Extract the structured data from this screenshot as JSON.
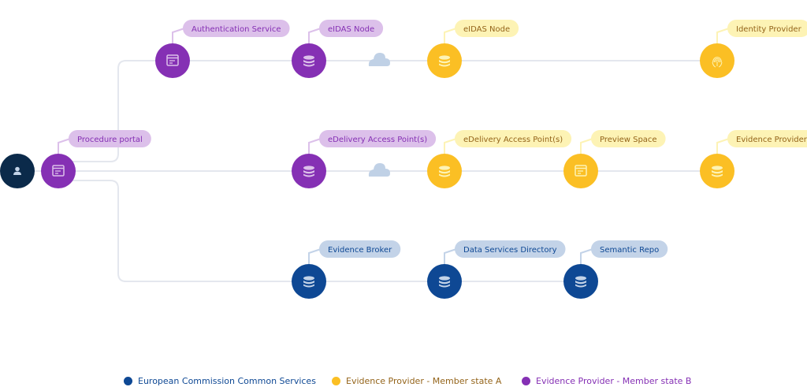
{
  "colors": {
    "line": "#e4e7ee",
    "user": "#0b2a4a",
    "purple": "#8530b4",
    "purple_pill": "#dcc0ea",
    "purple_text": "#8530b4",
    "yellow": "#fbbf24",
    "yellow_pill": "#fdf3b5",
    "yellow_text": "#94641a",
    "blue": "#0e4894",
    "blue_pill": "#c3d3e8",
    "blue_text": "#0e4894",
    "cloud": "#c0d1e6",
    "icon_on_purple": "#dcc0ea",
    "icon_on_yellow": "#fdf3b5",
    "icon_on_blue": "#c3d3e8",
    "icon_on_user": "#c3d3e8"
  },
  "nodes": [
    {
      "id": "user",
      "label": "",
      "group": "user",
      "icon": "user-icon"
    },
    {
      "id": "procedure-portal",
      "label": "Procedure portal",
      "group": "purple",
      "icon": "window-icon"
    },
    {
      "id": "authentication-service",
      "label": "Authentication Service",
      "group": "purple",
      "icon": "window-icon"
    },
    {
      "id": "eidas-node-b",
      "label": "eIDAS Node",
      "group": "purple",
      "icon": "database-icon"
    },
    {
      "id": "eidas-node-a",
      "label": "eIDAS Node",
      "group": "yellow",
      "icon": "database-icon"
    },
    {
      "id": "identity-provider",
      "label": "Identity Provider",
      "group": "yellow",
      "icon": "fingerprint-icon"
    },
    {
      "id": "edelivery-b",
      "label": "eDelivery Access Point(s)",
      "group": "purple",
      "icon": "database-icon"
    },
    {
      "id": "edelivery-a",
      "label": "eDelivery Access Point(s)",
      "group": "yellow",
      "icon": "database-icon"
    },
    {
      "id": "preview-space",
      "label": "Preview Space",
      "group": "yellow",
      "icon": "window-icon"
    },
    {
      "id": "evidence-provider",
      "label": "Evidence Provider",
      "group": "yellow",
      "icon": "database-icon"
    },
    {
      "id": "evidence-broker",
      "label": "Evidence Broker",
      "group": "blue",
      "icon": "database-icon"
    },
    {
      "id": "data-services-directory",
      "label": "Data Services Directory",
      "group": "blue",
      "icon": "database-icon"
    },
    {
      "id": "semantic-repo",
      "label": "Semantic Repo",
      "group": "blue",
      "icon": "database-icon"
    }
  ],
  "clouds": [
    {
      "id": "network-cloud-row1",
      "icon": "cloud-icon"
    },
    {
      "id": "network-cloud-row2",
      "icon": "cloud-icon"
    }
  ],
  "edges": [
    [
      "user",
      "procedure-portal"
    ],
    [
      "procedure-portal",
      "authentication-service"
    ],
    [
      "authentication-service",
      "eidas-node-b"
    ],
    [
      "eidas-node-b",
      "eidas-node-a"
    ],
    [
      "eidas-node-a",
      "identity-provider"
    ],
    [
      "procedure-portal",
      "edelivery-b"
    ],
    [
      "edelivery-b",
      "edelivery-a"
    ],
    [
      "edelivery-a",
      "preview-space"
    ],
    [
      "preview-space",
      "evidence-provider"
    ],
    [
      "procedure-portal",
      "evidence-broker"
    ],
    [
      "evidence-broker",
      "data-services-directory"
    ],
    [
      "data-services-directory",
      "semantic-repo"
    ]
  ],
  "legend": [
    {
      "label": "European Commission Common Services",
      "group": "blue"
    },
    {
      "label": "Evidence Provider - Member state A",
      "group": "yellow"
    },
    {
      "label": "Evidence Provider - Member state B",
      "group": "purple"
    }
  ]
}
